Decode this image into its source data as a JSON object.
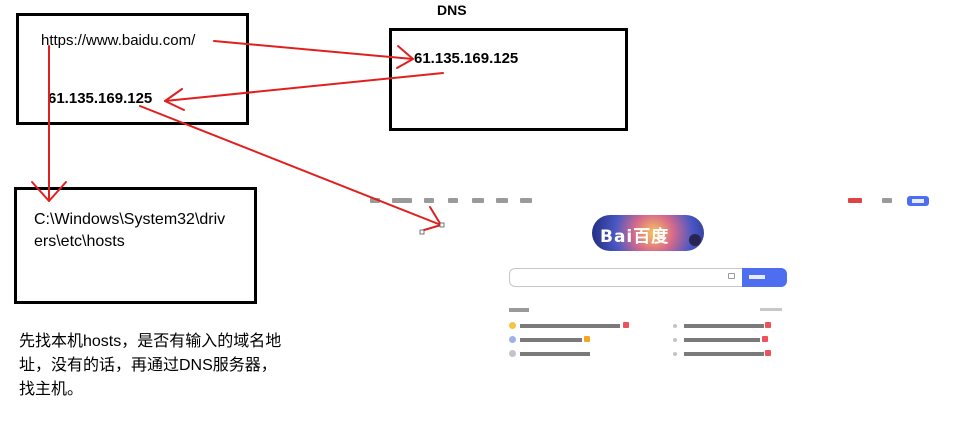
{
  "diagram": {
    "dns_title": "DNS",
    "browser_box": {
      "url": "https://www.baidu.com/",
      "ip": "61.135.169.125"
    },
    "dns_box": {
      "ip": "61.135.169.125"
    },
    "hosts_box": {
      "path": "C:\\Windows\\System32\\drivers\\etc\\hosts"
    },
    "note": "先找本机hosts，是否有输入的域名地址，没有的话，再通过DNS服务器，找主机。",
    "colors": {
      "arrow": "#e0201f",
      "box_border": "#000000",
      "baidu_button": "#4e6ef2"
    }
  },
  "baidu_thumbnail": {
    "logo_text": "Bai百度"
  }
}
